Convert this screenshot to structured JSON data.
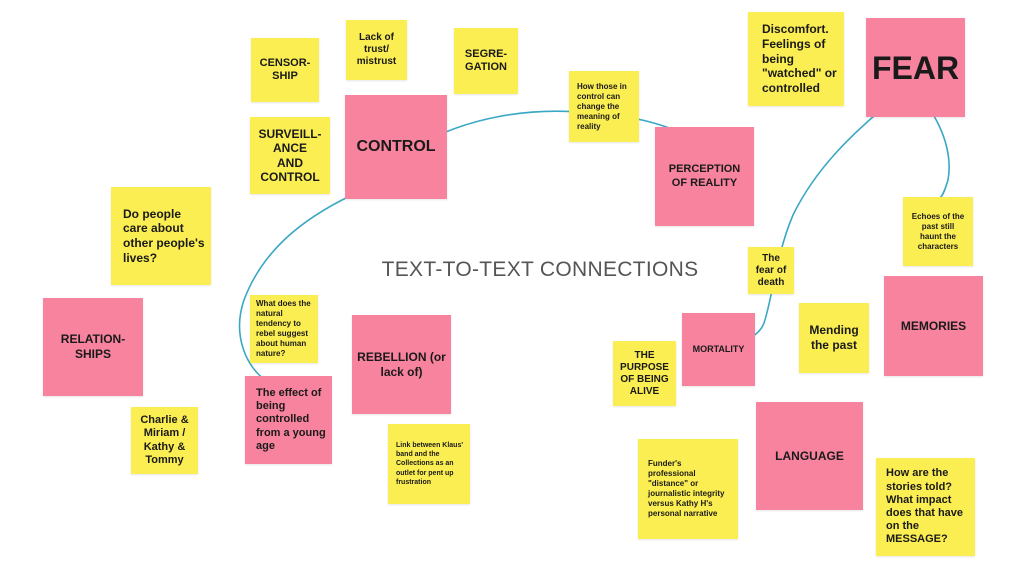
{
  "board_title": "TEXT-TO-TEXT CONNECTIONS",
  "colors": {
    "yellow_note": "#fbee52",
    "pink_note": "#f7839f",
    "connector_line": "#3aa7c4"
  },
  "notes": {
    "censorship": "CENSOR-\nSHIP",
    "lack_of_trust": "Lack of\ntrust/\nmistrust",
    "segregation": "SEGRE-\nGATION",
    "surveillance": "SURVEILL-\nANCE\nAND\nCONTROL",
    "control": "CONTROL",
    "how_those_in_control": "How those in\ncontrol can\nchange the\nmeaning of\nreality",
    "perception_of_reality": "PERCEPTION\nOF REALITY",
    "discomfort": "Discomfort.\nFeelings of\nbeing\n\"watched\" or\ncontrolled",
    "fear": "FEAR",
    "echoes_of_past": "Echoes of the\npast still\nhaunt the\ncharacters",
    "do_people_care": "Do people\ncare about\nother people's\nlives?",
    "relationships": "RELATION-\nSHIPS",
    "natural_tendency": "What does the\nnatural\ntendency to\nrebel suggest\nabout human\nnature?",
    "rebellion": "REBELLION (or\nlack of)",
    "effect_of_being_controlled": "The effect of\nbeing\ncontrolled\nfrom a young\nage",
    "charlie_miriam": "Charlie &\nMiriam /\nKathy &\nTommy",
    "link_klaus": "Link between Klaus'\nband and the\nCollections as an\noutlet for pent up\nfrustration",
    "fear_of_death": "The\nfear of\ndeath",
    "mortality": "MORTALITY",
    "purpose_of_being_alive": "THE\nPURPOSE\nOF BEING\nALIVE",
    "mending_the_past": "Mending\nthe past",
    "memories": "MEMORIES",
    "funders_professional": "Funder's\nprofessional\n\"distance\" or\njournalistic integrity\nversus Kathy H's\npersonal narrative",
    "language": "LANGUAGE",
    "how_are_stories_told": "How are the\nstories told?\nWhat impact\ndoes that have\non the\nMESSAGE?"
  }
}
